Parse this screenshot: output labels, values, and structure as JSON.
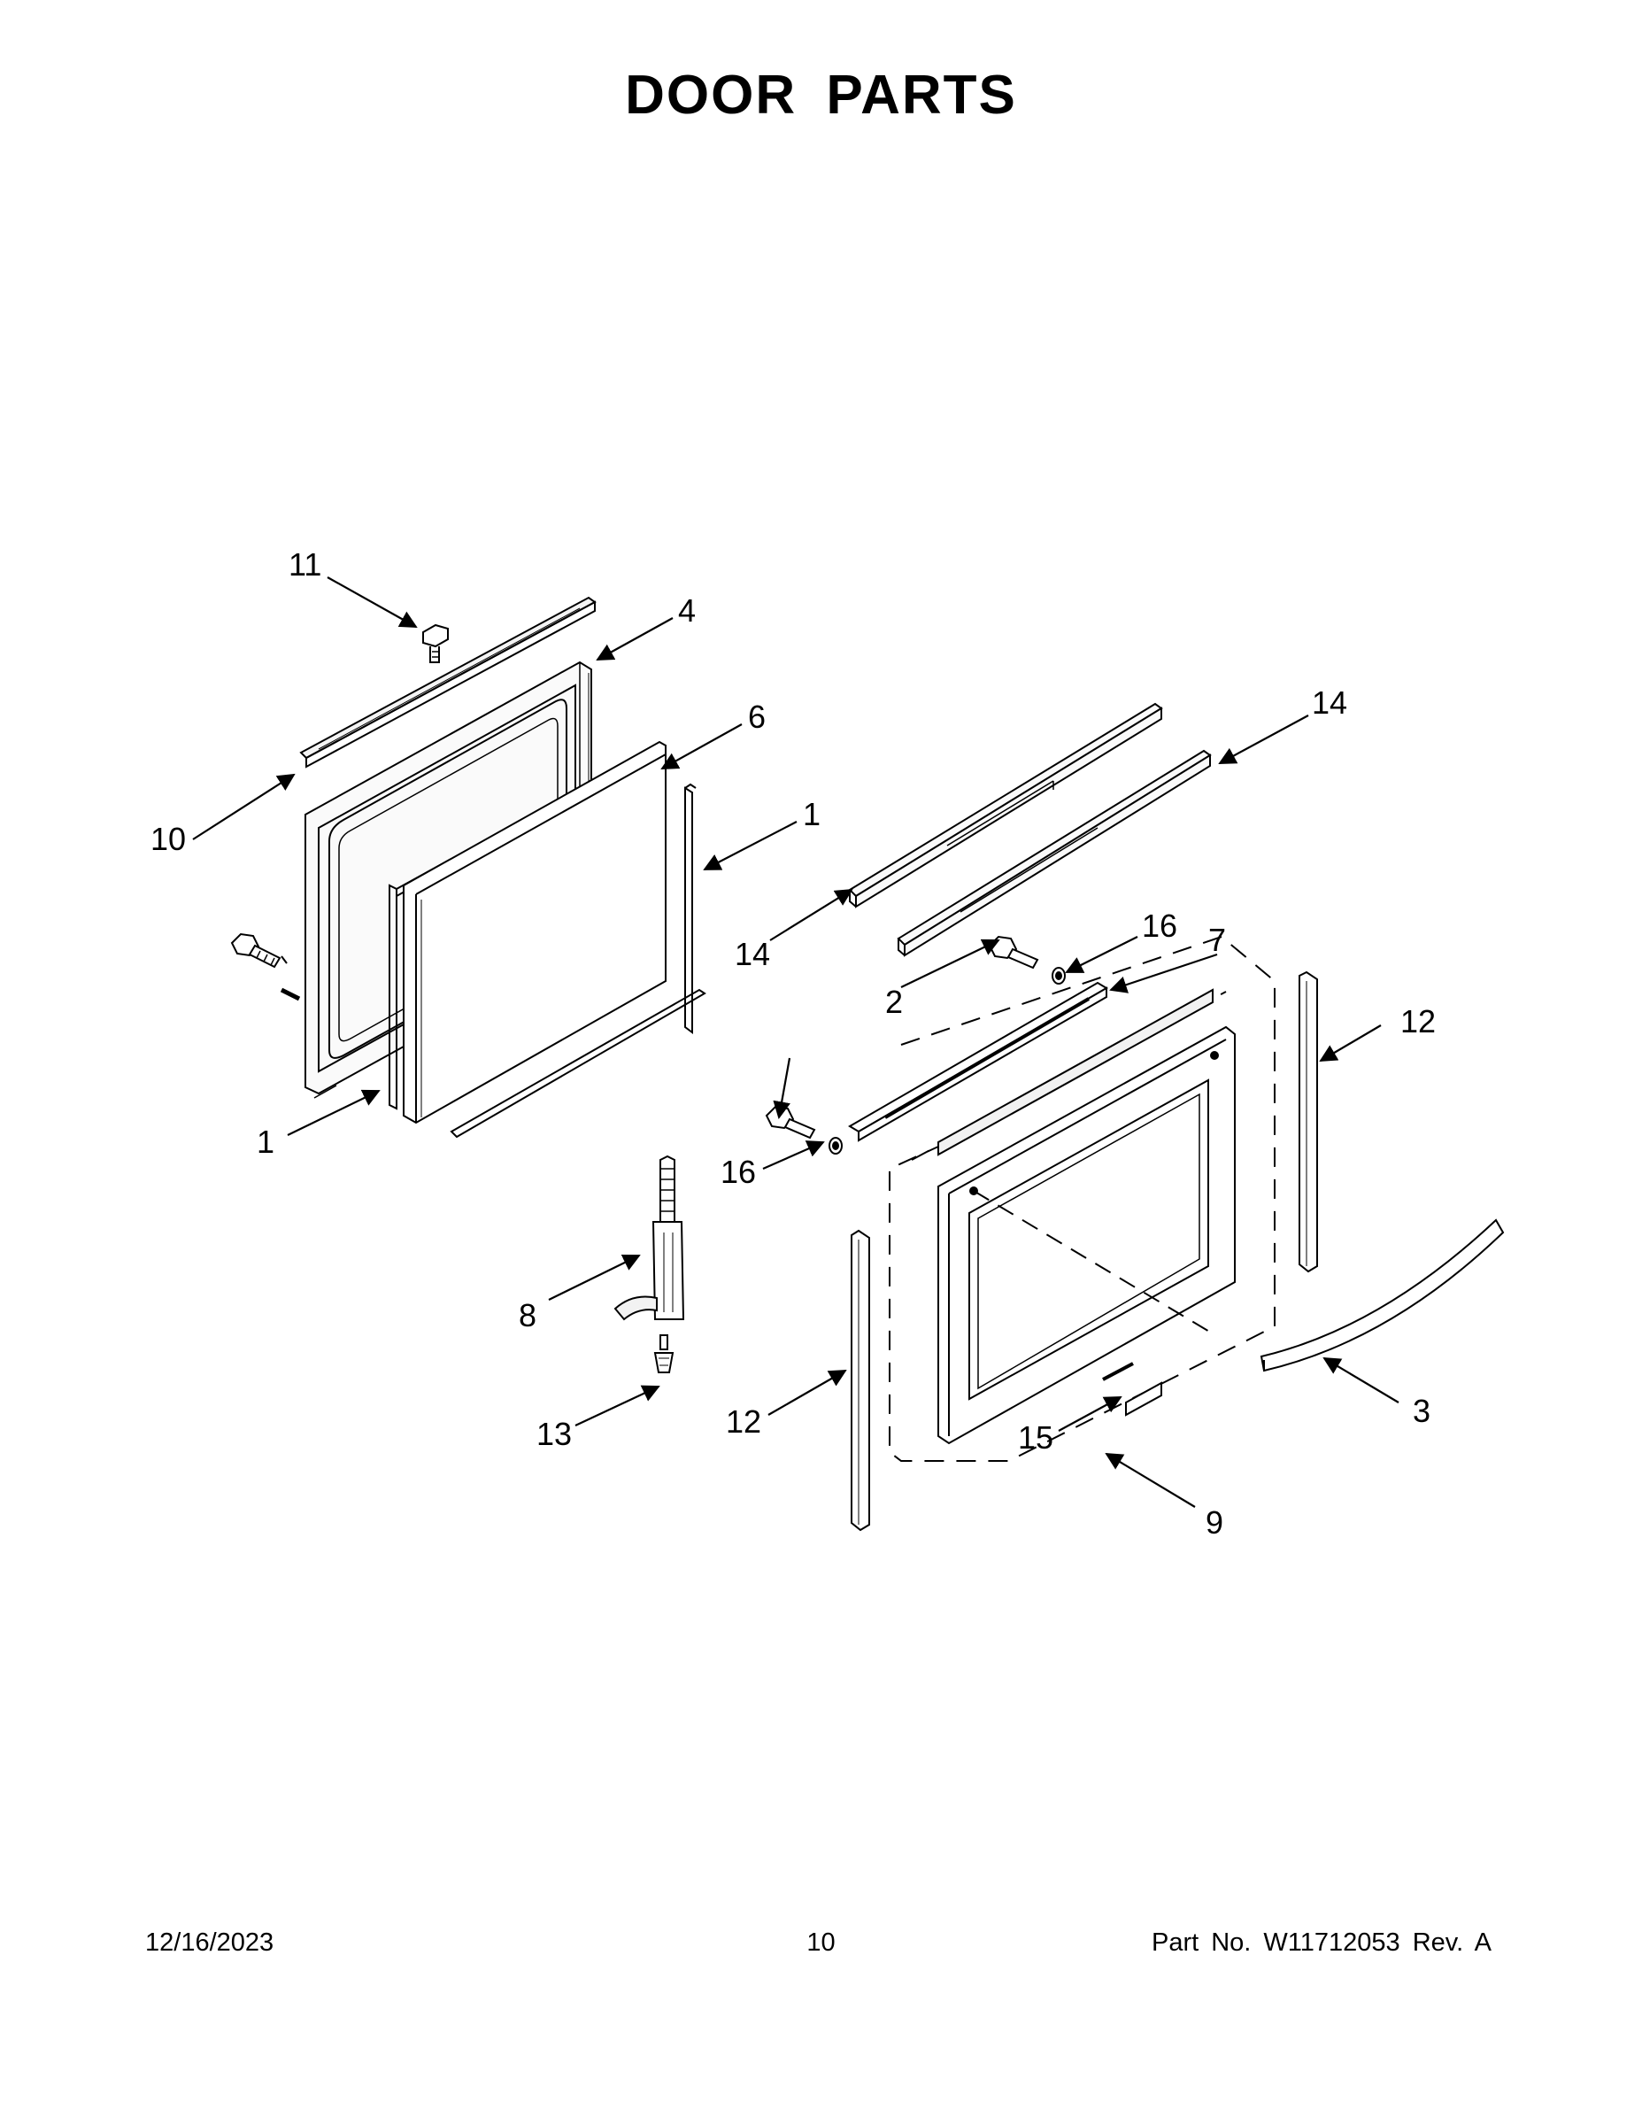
{
  "page": {
    "title": "DOOR PARTS"
  },
  "callouts": [
    "11",
    "4",
    "6",
    "1",
    "10",
    "1",
    "14",
    "14",
    "16",
    "7",
    "2",
    "12",
    "16",
    "8",
    "13",
    "12",
    "15",
    "3",
    "9"
  ],
  "footer": {
    "date": "12/16/2023",
    "page_number": "10",
    "part_number": "Part No.  W11712053  Rev.  A"
  }
}
